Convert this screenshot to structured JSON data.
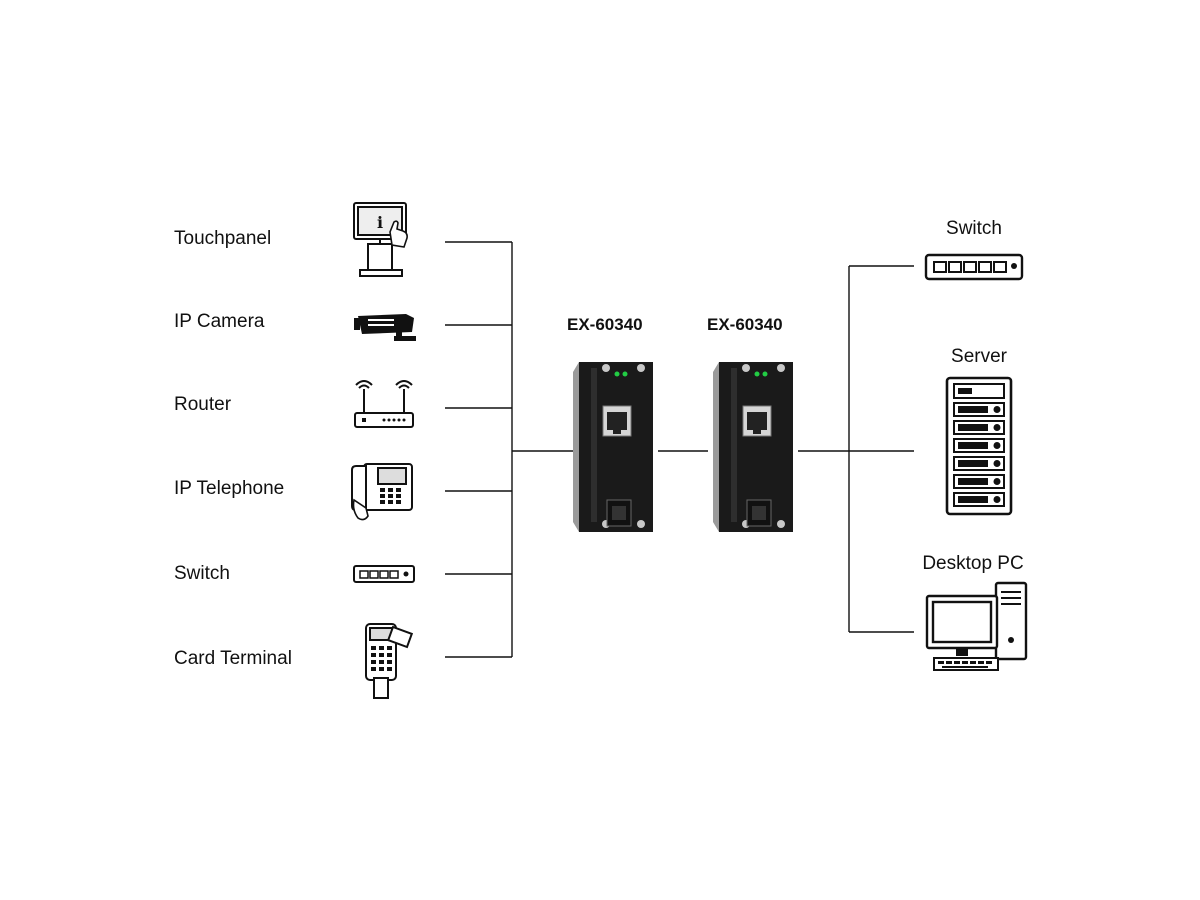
{
  "left_devices": [
    {
      "label": "Touchpanel",
      "icon": "touchpanel-icon"
    },
    {
      "label": "IP Camera",
      "icon": "ip-camera-icon"
    },
    {
      "label": "Router",
      "icon": "router-icon"
    },
    {
      "label": "IP Telephone",
      "icon": "ip-telephone-icon"
    },
    {
      "label": "Switch",
      "icon": "switch-icon"
    },
    {
      "label": "Card Terminal",
      "icon": "card-terminal-icon"
    }
  ],
  "converters": [
    {
      "model": "EX-60340"
    },
    {
      "model": "EX-60340"
    }
  ],
  "right_devices": [
    {
      "label": "Switch",
      "icon": "switch-icon"
    },
    {
      "label": "Server",
      "icon": "server-icon"
    },
    {
      "label": "Desktop PC",
      "icon": "desktop-pc-icon"
    }
  ],
  "colors": {
    "line": "#111111",
    "device_body": "#1a1a1a",
    "led": "#22cc44"
  }
}
